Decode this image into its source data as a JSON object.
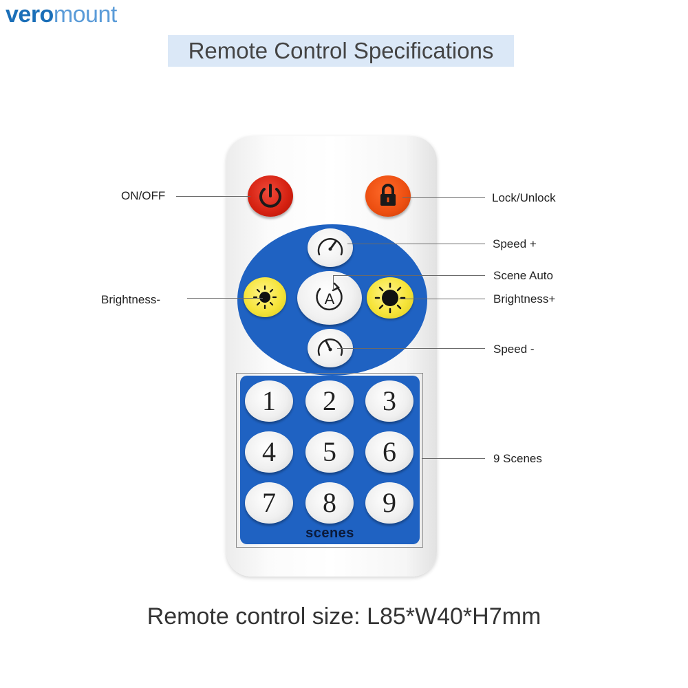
{
  "brand": {
    "part1": "vero",
    "part2": "mount"
  },
  "title": "Remote Control Specifications",
  "labels": {
    "on_off": "ON/OFF",
    "lock_unlock": "Lock/Unlock",
    "speed_plus": "Speed +",
    "scene_auto": "Scene Auto",
    "brightness_minus": "Brightness-",
    "brightness_plus": "Brightness+",
    "speed_minus": "Speed -",
    "nine_scenes": "9 Scenes"
  },
  "scene_buttons": [
    "1",
    "2",
    "3",
    "4",
    "5",
    "6",
    "7",
    "8",
    "9"
  ],
  "scenes_label": "scenes",
  "size_text": "Remote control size: L85*W40*H7mm",
  "colors": {
    "brand_blue": "#1b6fb8",
    "panel_blue": "#1f62c2",
    "power_red": "#d42010",
    "lock_orange": "#ec4e10",
    "brightness_yellow": "#f6e43a"
  }
}
